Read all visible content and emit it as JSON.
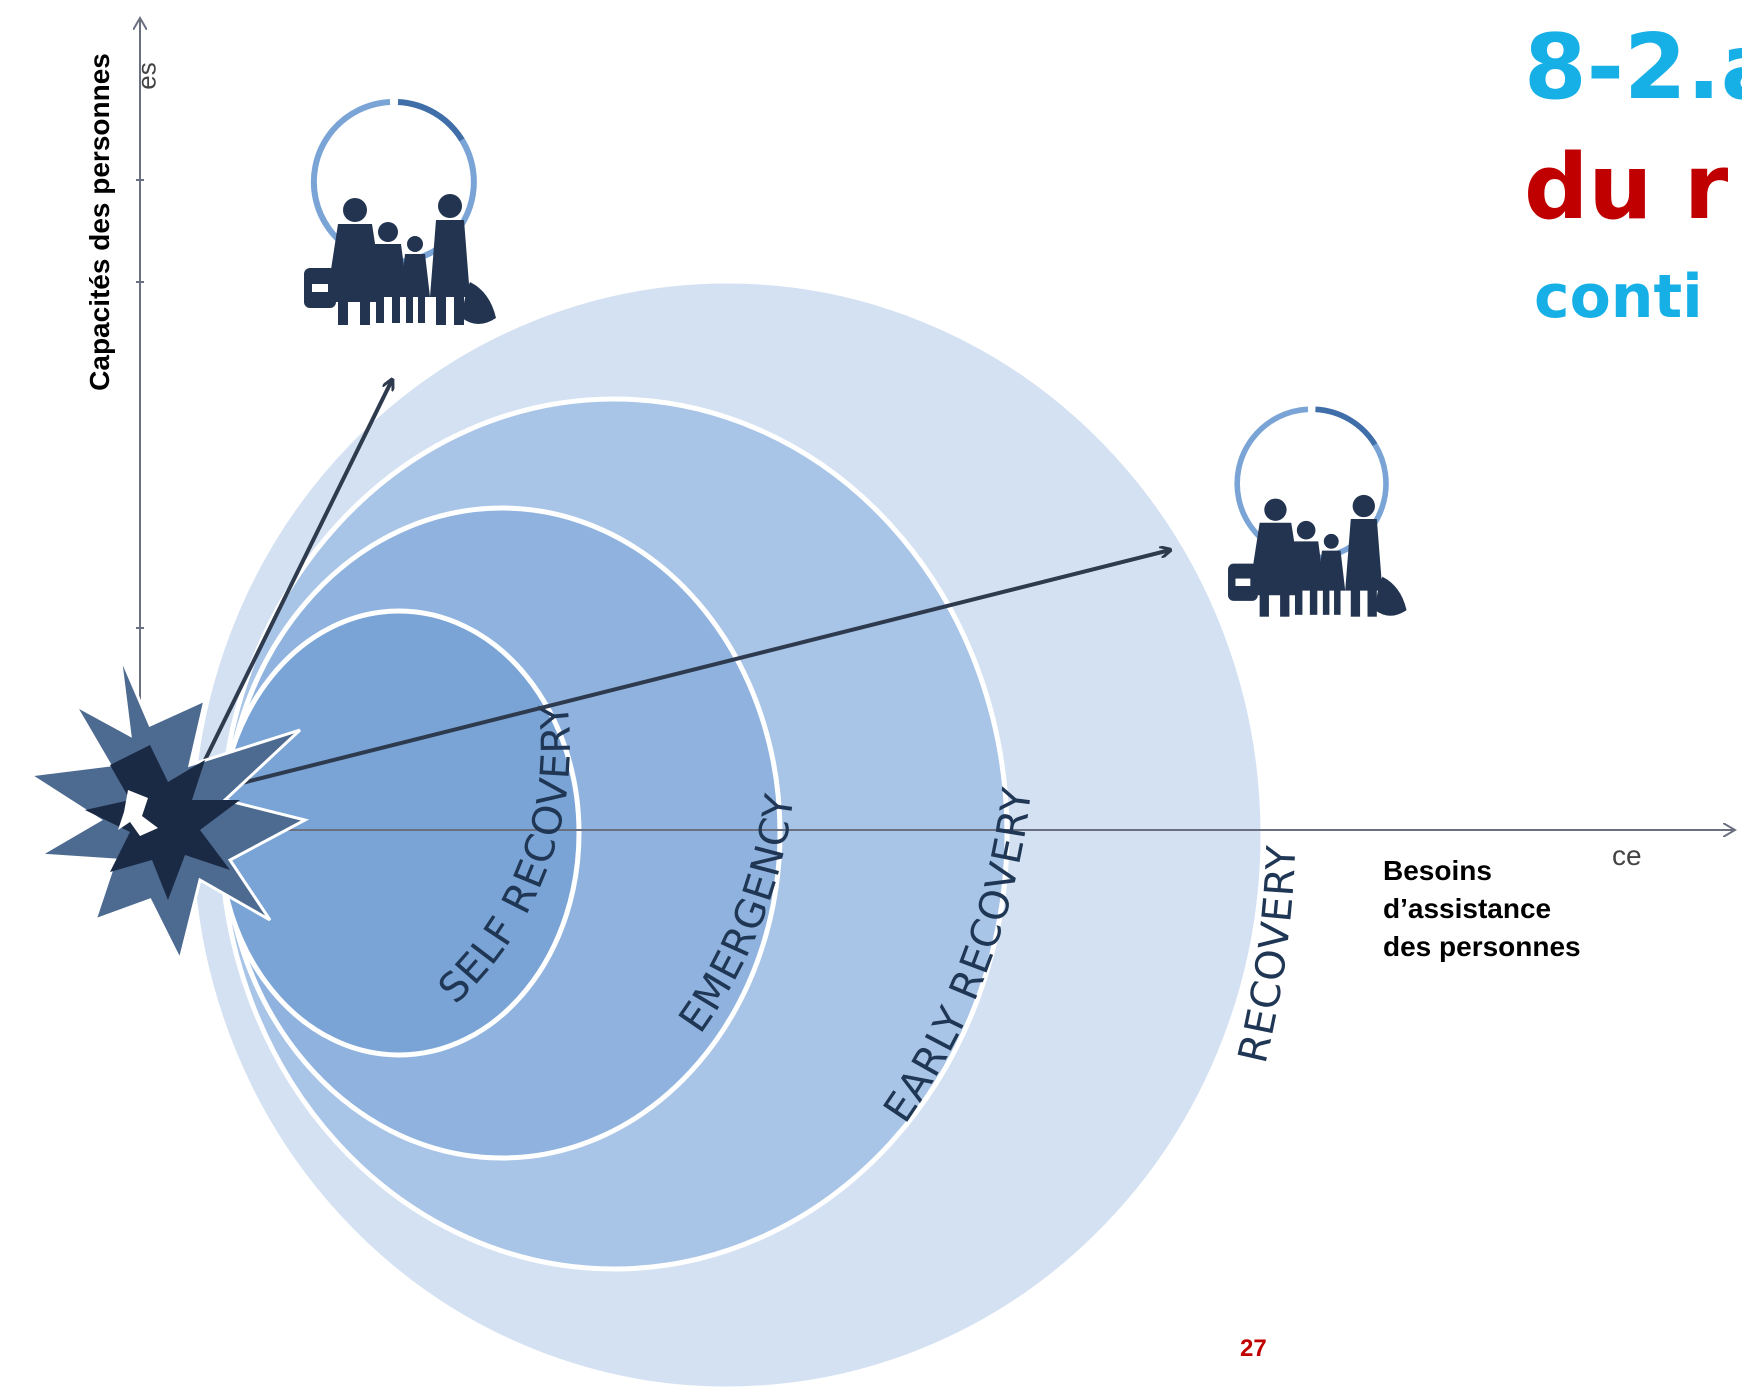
{
  "title": {
    "line1": "8-2.a",
    "line2": "du r",
    "line3": "conti"
  },
  "axes": {
    "y_label": "Capacités des personnes",
    "y_label_fragment": "es",
    "x_label_lines": [
      "Besoins",
      "d’assistance",
      "des personnes"
    ],
    "x_label_fragment": "ce"
  },
  "phases": [
    {
      "label": "SELF RECOVERY",
      "color": "#7aa4d6"
    },
    {
      "label": "EMERGENCY",
      "color": "#8fb3de"
    },
    {
      "label": "EARLY RECOVERY",
      "color": "#a8c4e6"
    },
    {
      "label": "RECOVERY",
      "color": "#d3e1f2"
    }
  ],
  "icons": {
    "family_top": "family-icon",
    "family_right": "family-icon",
    "crisis": "explosion-icon"
  },
  "colors": {
    "title_blue": "#17b0e6",
    "title_red": "#c00000",
    "arrow": "#2e3a4e",
    "ring_outline": "#ffffff"
  },
  "page_number": "27"
}
